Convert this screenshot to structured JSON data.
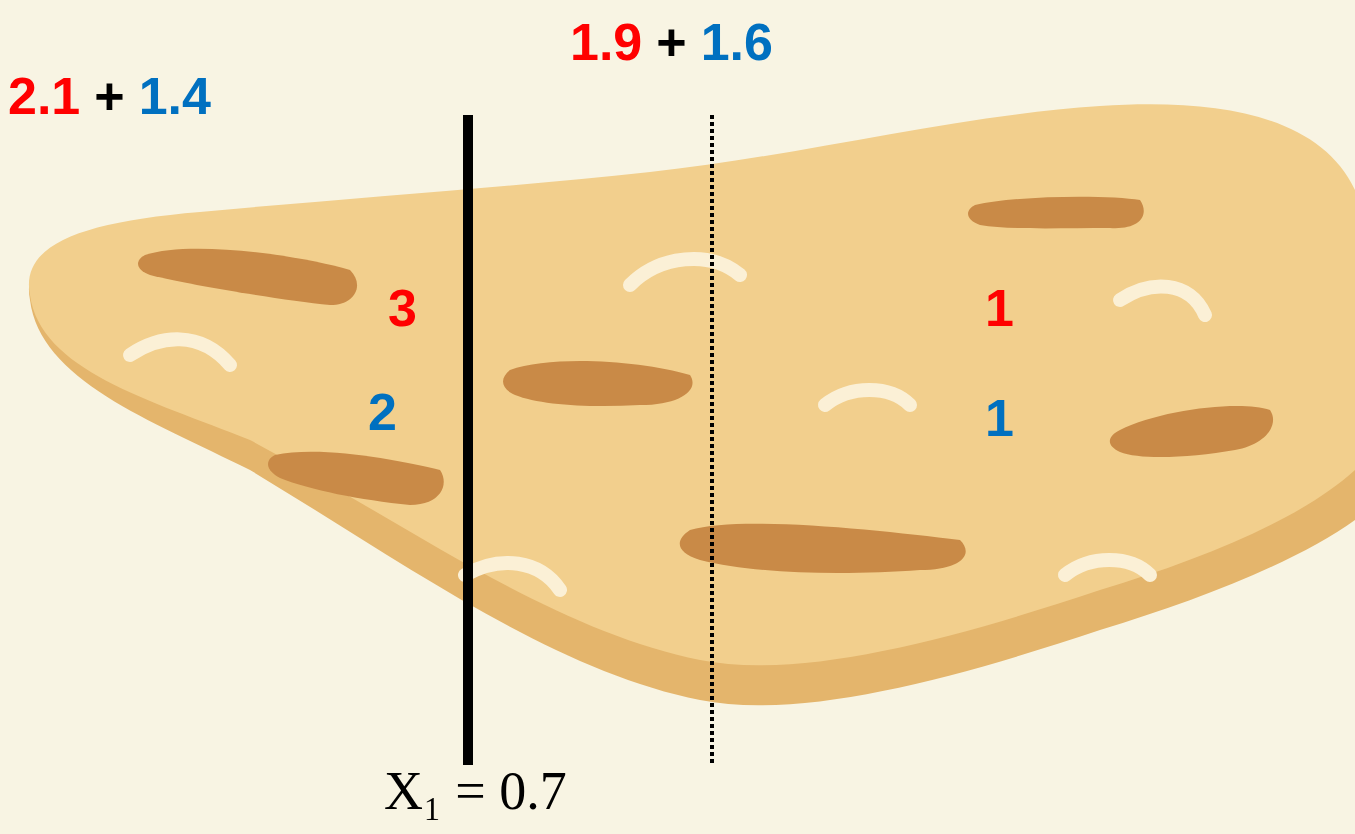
{
  "diagram": {
    "labels": [
      "2.1",
      "+",
      "1.4",
      "1.9",
      "+",
      "1.6",
      "3",
      "2",
      "1",
      "1",
      "X₁ = 0.7"
    ]
  }
}
